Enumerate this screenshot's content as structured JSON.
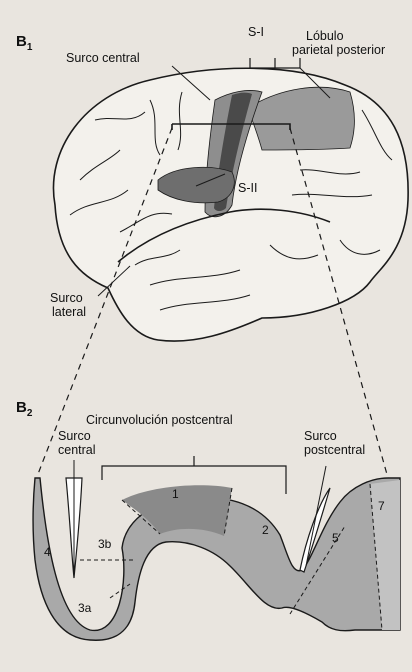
{
  "panels": {
    "b1": {
      "letter": "B",
      "index": "1"
    },
    "b2": {
      "letter": "B",
      "index": "2"
    }
  },
  "labels": {
    "s1": "S-I",
    "lobulo_line1": "Lóbulo",
    "lobulo_line2": "parietal posterior",
    "surco_central_top": "Surco central",
    "s2": "S-II",
    "surco_lateral_line1": "Surco",
    "surco_lateral_line2": "lateral",
    "circunvolucion": "Circunvolución postcentral",
    "surco_central_b2_line1": "Surco",
    "surco_central_b2_line2": "central",
    "surco_postcentral_line1": "Surco",
    "surco_postcentral_line2": "postcentral"
  },
  "areas": [
    "1",
    "2",
    "3b",
    "3a",
    "4",
    "5",
    "7"
  ],
  "colors": {
    "paper": "#e9e5df",
    "brain": "#f3f1ec",
    "stroke": "#1a1a1a",
    "postcentral_light": "#8e8e8e",
    "postcentral_dark": "#4a4a4a",
    "parietal": "#9a9a9a",
    "s2_region": "#6e6e6e",
    "section": "#a9a9a9"
  }
}
